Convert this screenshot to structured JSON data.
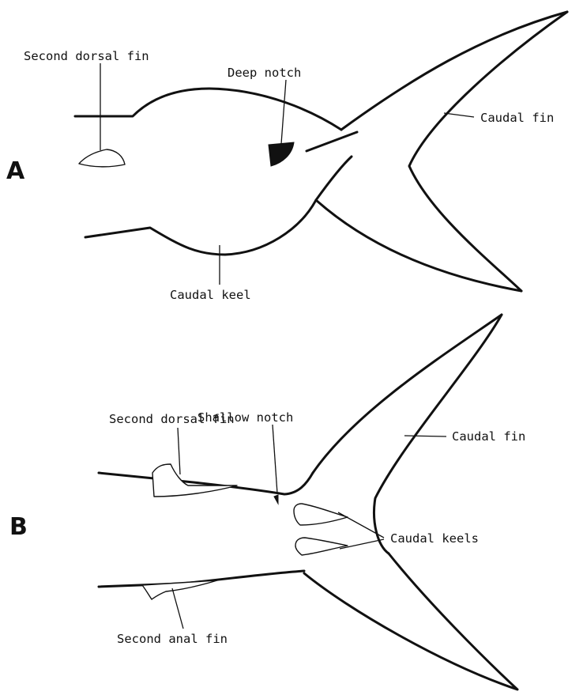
{
  "panel_a": {
    "letter": "A",
    "labels": {
      "second_dorsal_fin": "Second dorsal fin",
      "deep_notch": "Deep notch",
      "caudal_fin": "Caudal fin",
      "caudal_keel": "Caudal keel"
    }
  },
  "panel_b": {
    "letter": "B",
    "labels": {
      "shallow_notch": "Shallow notch",
      "second_dorsal_fin": "Second dorsal fin",
      "caudal_fin": "Caudal fin",
      "caudal_keels": "Caudal keels",
      "second_anal_fin": "Second anal fin"
    }
  },
  "colors": {
    "ink": "#111111",
    "background": "#ffffff"
  }
}
